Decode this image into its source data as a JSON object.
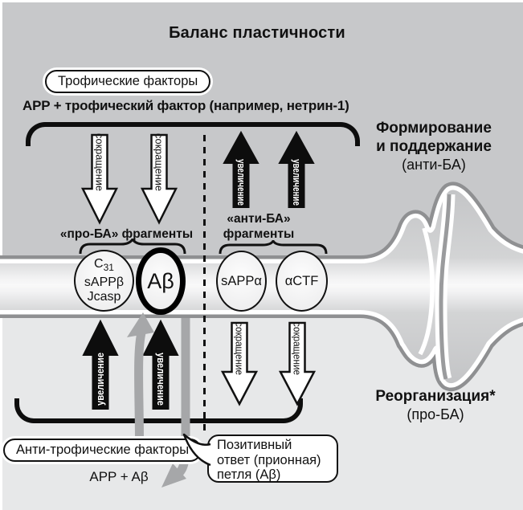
{
  "title": "Баланс пластичности",
  "top": {
    "trophic_pill": "Трофические факторы",
    "app_line": "APP + трофический фактор (например, нетрин-1)"
  },
  "right_side": {
    "formation_line1": "Формирование",
    "formation_line2": "и поддержание",
    "formation_line3": "(анти-БА)",
    "reorg_line1": "Реорганизация*",
    "reorg_line2": "(про-БА)"
  },
  "fragment_labels": {
    "pro_ba": "«про-БА» фрагменты",
    "anti_ba_line1": "«анти-БА»",
    "anti_ba_line2": "фрагменты"
  },
  "arrows": {
    "decrease": "сокращение",
    "increase": "увеличение"
  },
  "ovals": {
    "o1": {
      "c": "C",
      "c_sub": "31",
      "line2": "sAPPβ",
      "line3": "Jcasp"
    },
    "o2": "Aβ",
    "o3": "sAPPα",
    "o4": "αCTF"
  },
  "bottom": {
    "anti_trophic_pill": "Анти-трофические факторы",
    "app_ab": "APP + Aβ",
    "bubble_line1": "Позитивный",
    "bubble_line2": "ответ (прионная)",
    "bubble_line3": "петля (Aβ)"
  },
  "colors": {
    "bg_top": "#c7c8ca",
    "bg_bottom": "#e7e8e9",
    "outline_gray": "#8f9092",
    "arrow_gray": "#a6a7a9",
    "ink": "#111111"
  }
}
